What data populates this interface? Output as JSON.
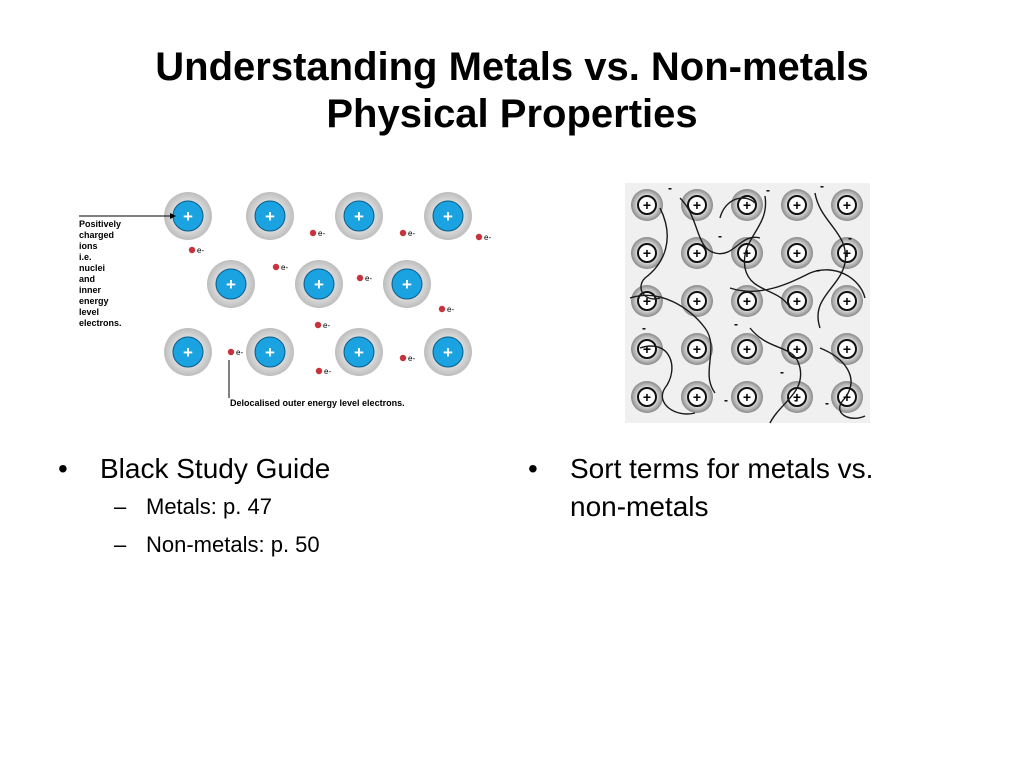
{
  "slide": {
    "title_line1": "Understanding Metals vs. Non-metals",
    "title_line2": "Physical Properties"
  },
  "lattice_figure": {
    "ion_symbol": "+",
    "electron_symbol": "e-",
    "ion_label_lines": [
      "Positively",
      "charged",
      "ions",
      "i.e.",
      "nuclei",
      "and",
      "inner",
      "energy",
      "level",
      "electrons."
    ],
    "electron_label": "Delocalised outer energy level electrons.",
    "colors": {
      "ion": "#1aa3e0",
      "ion_halo": "#d0d0d0",
      "electron": "#c8323c"
    }
  },
  "electron_sea_figure": {
    "ion_symbol": "+",
    "electron_symbol": "-",
    "rows": 5,
    "cols": 5
  },
  "left_column": {
    "bullet": "•",
    "text": "Black Study Guide",
    "sub_marker": "–",
    "sub_items": [
      "Metals: p. 47",
      "Non-metals: p. 50"
    ]
  },
  "right_column": {
    "bullet": "•",
    "text_line1": "Sort terms for metals vs.",
    "text_line2": "non-metals"
  }
}
